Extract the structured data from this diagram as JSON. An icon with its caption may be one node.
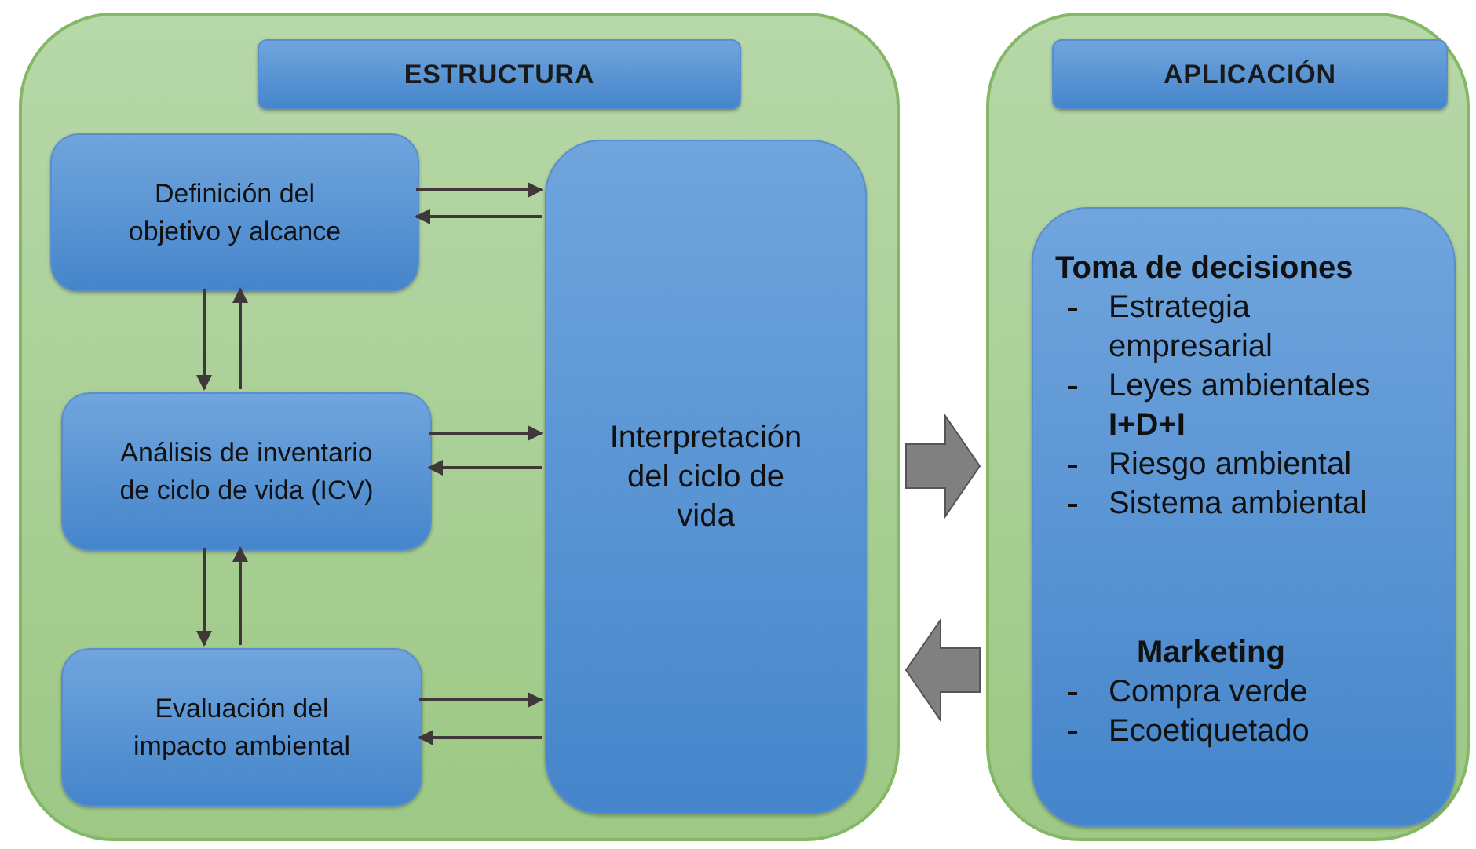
{
  "diagram": {
    "nodes": [
      {
        "text": [],
        "shape": "box"
      },
      {
        "text": [
          "ESTRUCTURA"
        ],
        "in": 0
      },
      {
        "text": [
          "Definición del objetivo y alcance"
        ],
        "in": 0
      },
      {
        "text": [
          "Análisis de inventario de ciclo de vida (ICV)"
        ],
        "in": 0
      },
      {
        "text": [
          "Evaluación del impacto ambiental"
        ],
        "in": 0
      },
      {
        "text": [
          "Interpretación del ciclo de vida"
        ],
        "in": 0
      },
      {
        "text": [],
        "shape": "box"
      },
      {
        "text": [
          "APLICACIÓN"
        ],
        "in": 6
      },
      {
        "text": [
          "Toma de decisiones",
          "Estrategia empresarial",
          "Leyes  ambientales **I+D+I**",
          "Riesgo ambiental",
          "Sistema ambiental",
          "Marketing",
          "Compra verde",
          "Ecoetiquetado"
        ],
        "in": 6
      }
    ],
    "edges": [
      {
        "from": 2,
        "to": 5,
        "arrow": "to"
      },
      {
        "from": 5,
        "to": 2,
        "arrow": "to"
      },
      {
        "from": 3,
        "to": 5,
        "arrow": "to"
      },
      {
        "from": 5,
        "to": 3,
        "arrow": "to"
      },
      {
        "from": 4,
        "to": 5,
        "arrow": "to"
      },
      {
        "from": 5,
        "to": 4,
        "arrow": "to"
      },
      {
        "from": 2,
        "to": 3,
        "arrow": "to"
      },
      {
        "from": 3,
        "to": 2,
        "arrow": "to"
      },
      {
        "from": 3,
        "to": 4,
        "arrow": "to"
      },
      {
        "from": 4,
        "to": 3,
        "arrow": "to"
      },
      {
        "from": 0,
        "to": 6,
        "arrow": "to",
        "style": "thick",
        "color": "#808080"
      },
      {
        "from": 6,
        "to": 0,
        "arrow": "to",
        "style": "thick",
        "color": "#808080"
      }
    ]
  }
}
